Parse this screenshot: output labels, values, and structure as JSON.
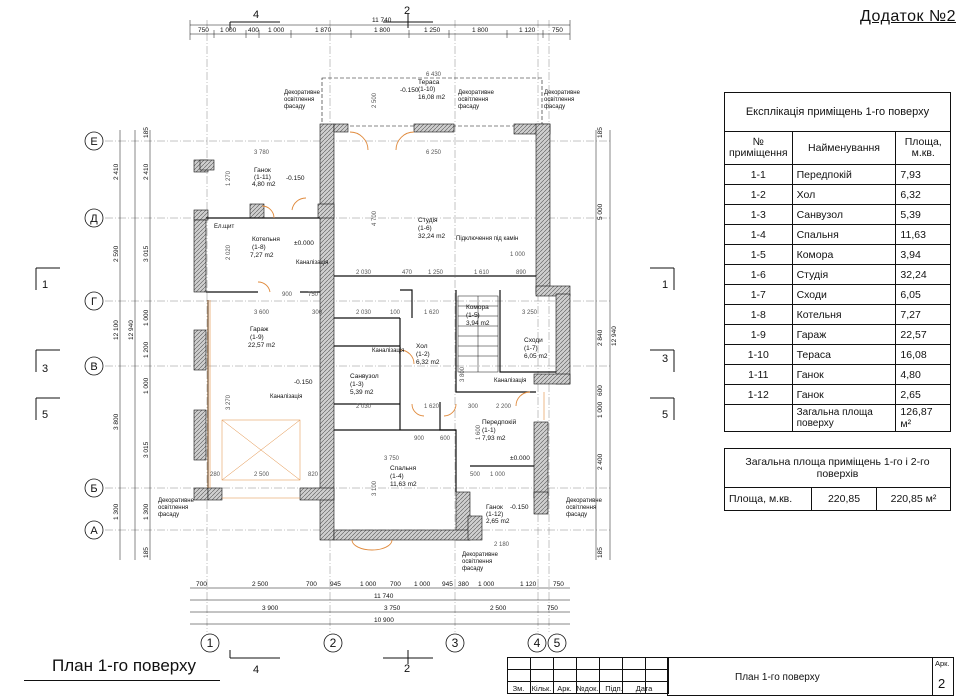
{
  "appendix": "Додаток №2",
  "plan_title": "План 1-го поверху",
  "explication": {
    "caption": "Експлікація приміщень 1-го поверху",
    "headers": {
      "num": "№ приміщення",
      "name": "Найменування",
      "area": "Площа, м.кв."
    },
    "rows": [
      {
        "num": "1-1",
        "name": "Передпокій",
        "area": "7,93"
      },
      {
        "num": "1-2",
        "name": "Хол",
        "area": "6,32"
      },
      {
        "num": "1-3",
        "name": "Санвузол",
        "area": "5,39"
      },
      {
        "num": "1-4",
        "name": "Спальня",
        "area": "11,63"
      },
      {
        "num": "1-5",
        "name": "Комора",
        "area": "3,94"
      },
      {
        "num": "1-6",
        "name": "Студія",
        "area": "32,24"
      },
      {
        "num": "1-7",
        "name": "Сходи",
        "area": "6,05"
      },
      {
        "num": "1-8",
        "name": "Котельня",
        "area": "7,27"
      },
      {
        "num": "1-9",
        "name": "Гараж",
        "area": "22,57"
      },
      {
        "num": "1-10",
        "name": "Тераса",
        "area": "16,08"
      },
      {
        "num": "1-11",
        "name": "Ганок",
        "area": "4,80"
      },
      {
        "num": "1-12",
        "name": "Ганок",
        "area": "2,65"
      }
    ],
    "total_label": "Загальна площа поверху",
    "total_value": "126,87 м²"
  },
  "total_area": {
    "caption": "Загальна площа приміщень 1-го і 2-го поверхів",
    "label": "Площа, м.кв.",
    "value": "220,85",
    "value_unit": "220,85 м²"
  },
  "stamp": {
    "labels": [
      "Зм.",
      "Кільк.",
      "Арк.",
      "№док.",
      "Підп.",
      "Дата"
    ],
    "name": "План 1-го поверху",
    "sheet_label": "Арк.",
    "sheet_number": "2"
  },
  "grid_axes": {
    "columns": [
      "1",
      "2",
      "3",
      "4",
      "5"
    ],
    "rows": [
      "Е",
      "Д",
      "Г",
      "В",
      "Б",
      "А"
    ]
  },
  "section_marks": [
    "4",
    "2",
    "1",
    "3",
    "5"
  ],
  "top_dims": [
    "750",
    "1 000",
    "400",
    "1 000",
    "1 870",
    "1 800",
    "1 250",
    "1 800",
    "1 120",
    "750"
  ],
  "top_total": "11 740",
  "bottom_dims_1": [
    "700",
    "2 500",
    "700",
    "945",
    "1 000",
    "700",
    "1 000",
    "945",
    "380",
    "1 000",
    "1 120",
    "750"
  ],
  "bottom_total_1": "11 740",
  "bottom_dims_2": [
    "3 900",
    "3 750",
    "2 500",
    "750"
  ],
  "bottom_total_2": "10 900",
  "room_labels": [
    {
      "name": "Тераса",
      "num": "1-10",
      "area": "16,08 m2",
      "level": "-0.150"
    },
    {
      "name": "Ганок",
      "num": "1-11",
      "area": "4,80 m2",
      "level": "-0.150"
    },
    {
      "name": "Котельня",
      "num": "1-8",
      "area": "7,27 m2",
      "level": "±0.000"
    },
    {
      "name": "Студія",
      "num": "1-6",
      "area": "32,24 m2"
    },
    {
      "name": "Гараж",
      "num": "1-9",
      "area": "22,57 m2",
      "level": "-0.150"
    },
    {
      "name": "Санвузол",
      "num": "1-3",
      "area": "5,39 m2"
    },
    {
      "name": "Хол",
      "num": "1-2",
      "area": "6,32 m2"
    },
    {
      "name": "Комора",
      "num": "1-5",
      "area": "3,94 m2"
    },
    {
      "name": "Сходи",
      "num": "1-7",
      "area": "6,05 m2"
    },
    {
      "name": "Передпокій",
      "num": "1-1",
      "area": "7,93 m2",
      "level": "±0.000"
    },
    {
      "name": "Спальня",
      "num": "1-4",
      "area": "11,63 m2"
    },
    {
      "name": "Ганок",
      "num": "1-12",
      "area": "2,65 m2",
      "level": "-0.150"
    }
  ],
  "notes": {
    "facade_light": "Декоративне освітлення фасаду",
    "sewer": "Каналізація",
    "chimney": "Підключення під камін",
    "electric": "Ел.щит"
  },
  "inner_dims": [
    "6 430",
    "6 250",
    "3 780",
    "2 500",
    "2 030",
    "470",
    "1 250",
    "1 610",
    "890",
    "1 000",
    "3 600",
    "300",
    "900",
    "750",
    "2 030",
    "100",
    "1 620",
    "3 250",
    "2 200",
    "3 750",
    "900",
    "600",
    "500",
    "1 000",
    "280",
    "2 500",
    "820",
    "2 180",
    "4 700",
    "5 000",
    "2 840",
    "12 940",
    "12 100",
    "2 410",
    "2 590",
    "3 015",
    "2 020",
    "1 270",
    "3 800",
    "1 300",
    "1 000",
    "1 200",
    "3 270",
    "2 400",
    "1 600",
    "1 500",
    "3 600",
    "185"
  ]
}
